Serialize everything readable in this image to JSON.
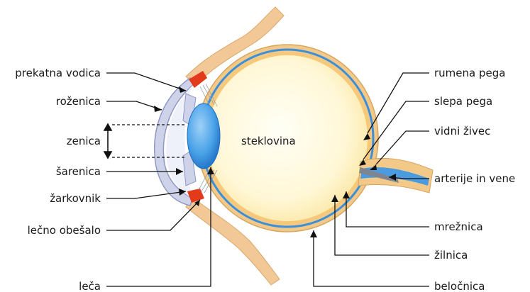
{
  "labels": {
    "aqueous_humor": "prekatna vodica",
    "cornea": "roženica",
    "pupil": "zenica",
    "iris": "šarenica",
    "ciliary_body": "žarkovnik",
    "zonule": "lečno obešalo",
    "lens": "leča",
    "vitreous": "steklovina",
    "macula": "rumena pega",
    "blind_spot": "slepa pega",
    "optic_nerve": "vidni živec",
    "vessels": "arterije in vene",
    "retina": "mrežnica",
    "choroid": "žilnica",
    "sclera": "beločnica"
  },
  "colors": {
    "vitreous_center": "#fffff4",
    "vitreous_edge": "#fbeaa8",
    "sclera": "#f3c98a",
    "choroid": "#3a8fd6",
    "retina": "#f0b860",
    "lens": "#4aa3e8",
    "cornea": "#cfd3ea",
    "muscle": "#f2c896",
    "red_accent": "#e23a1a",
    "vessel": "#7d8590",
    "leader": "#111111"
  }
}
